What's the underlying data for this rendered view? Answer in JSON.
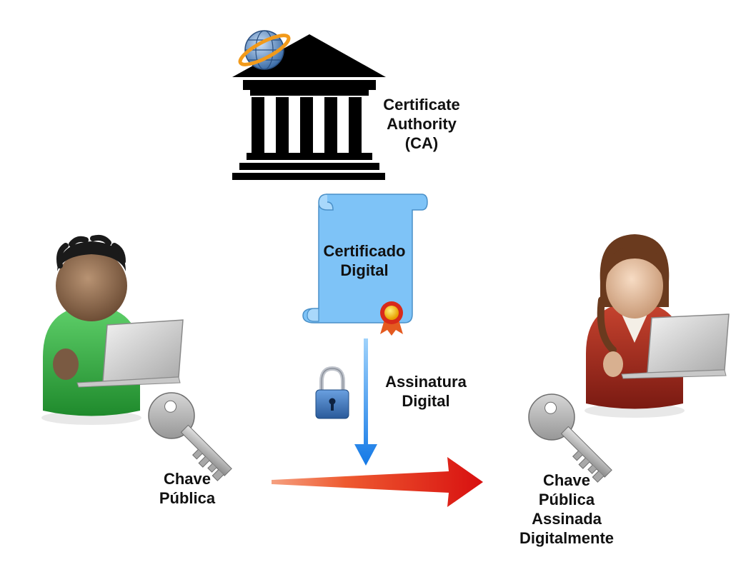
{
  "ca": {
    "line1": "Certificate",
    "line2": "Authority",
    "line3": "(CA)"
  },
  "certificate": {
    "line1": "Certificado",
    "line2": "Digital"
  },
  "signature": {
    "line1": "Assinatura",
    "line2": "Digital"
  },
  "left_key": {
    "line1": "Chave",
    "line2": "Pública"
  },
  "right_key": {
    "line1": "Chave",
    "line2": "Pública",
    "line3": "Assinada",
    "line4": "Digitalmente"
  },
  "colors": {
    "building": "#000000",
    "scroll_fill": "#7ec3f7",
    "scroll_stroke": "#4a90c8",
    "blue_arrow": "#1e90ff",
    "red_arrow": "#e02010",
    "left_person_shirt": "#3db84a",
    "right_person_shirt": "#a82a1e",
    "key": "#b8b8b8",
    "lock": "#3a6fb0"
  },
  "icons": [
    "bank-building-icon",
    "globe-icon",
    "scroll-certificate-icon",
    "ribbon-seal-icon",
    "padlock-icon",
    "key-icon",
    "laptop-icon",
    "person-icon"
  ]
}
